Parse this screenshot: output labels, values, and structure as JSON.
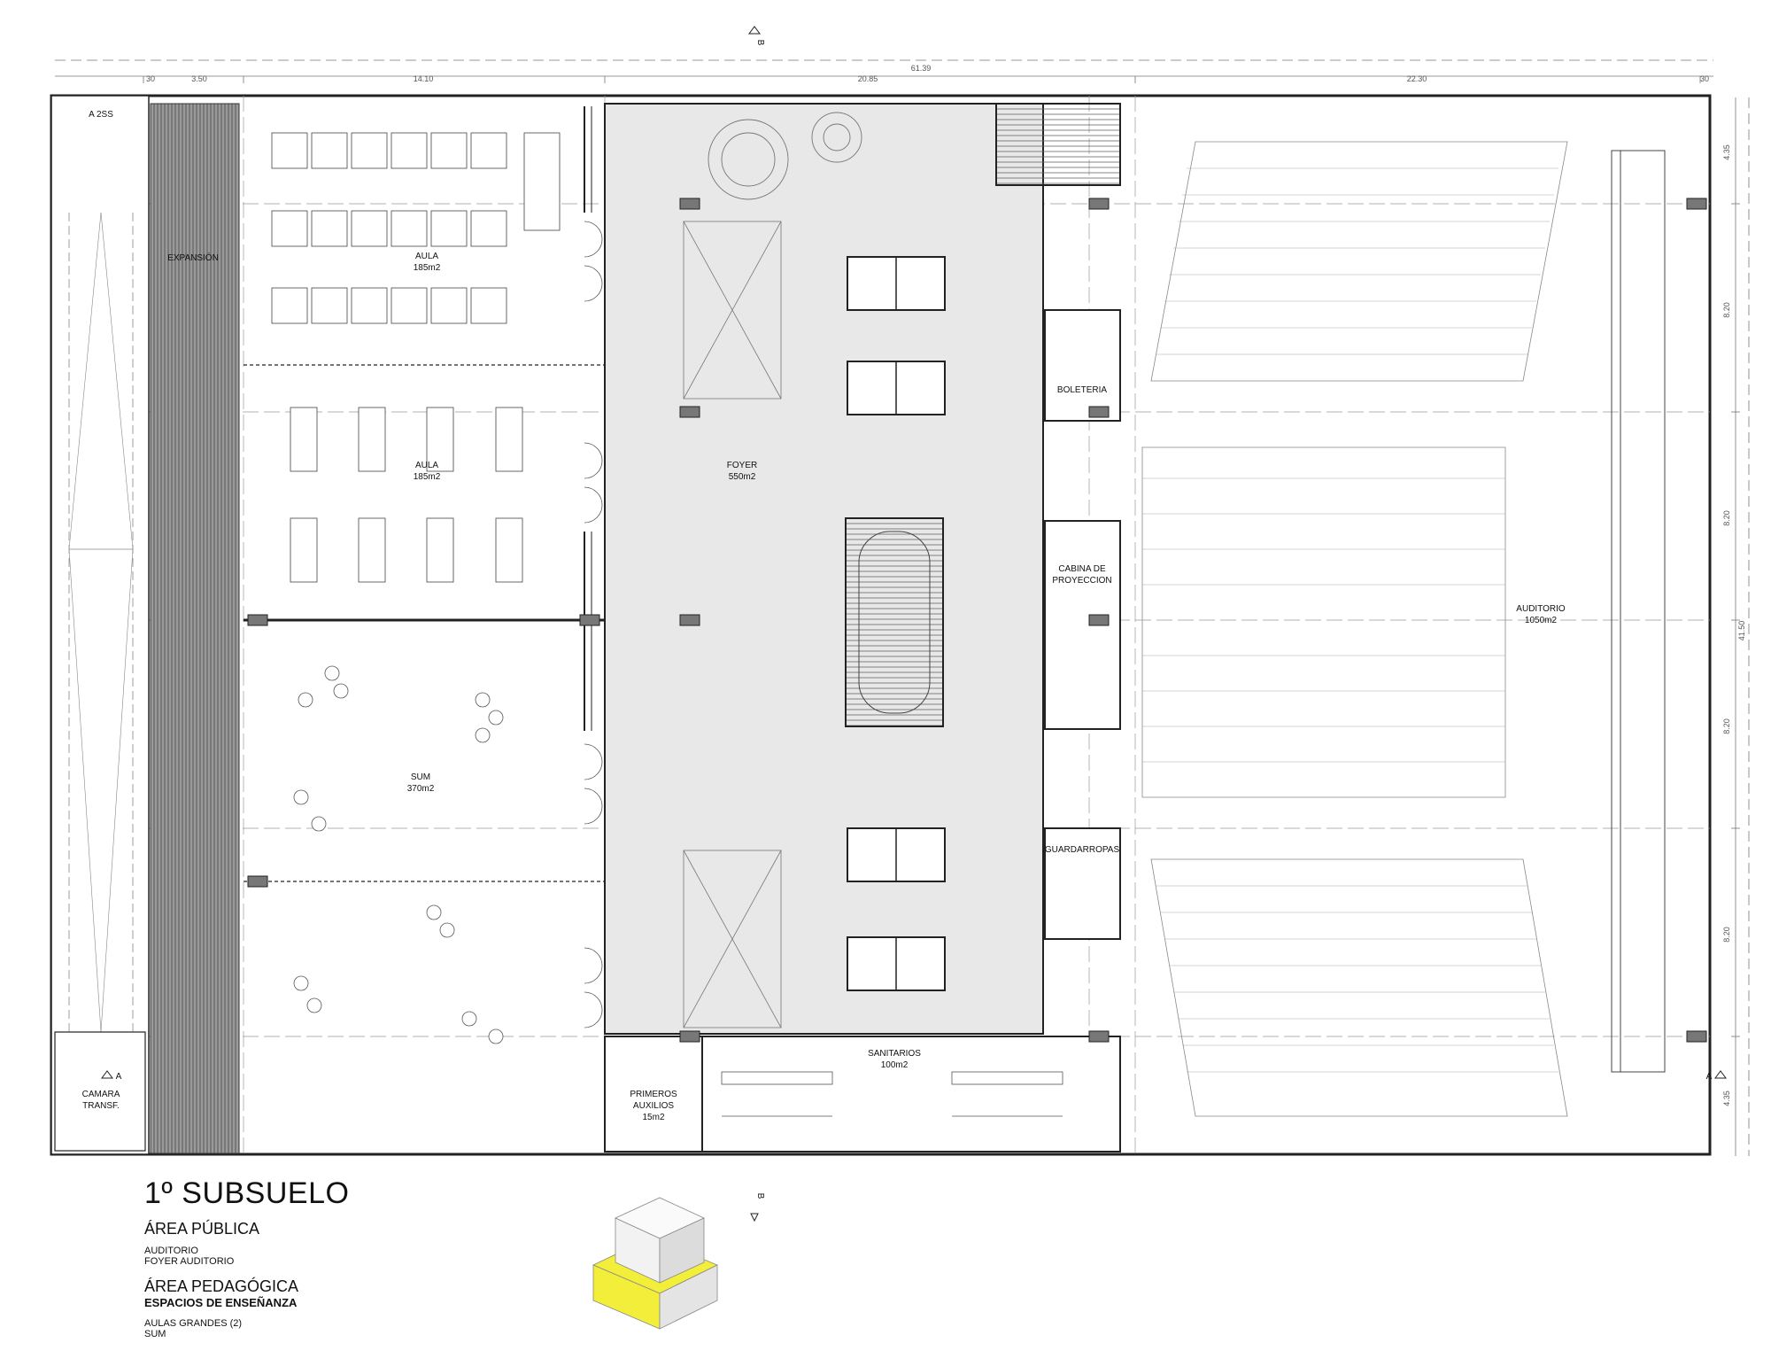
{
  "drawing": {
    "title": "1º SUBSUELO",
    "public_area": {
      "heading": "ÁREA PÚBLICA",
      "items": [
        "AUDITORIO",
        "FOYER AUDITORIO"
      ]
    },
    "pedagogic_area": {
      "heading": "ÁREA PEDAGÓGICA",
      "subheading": "ESPACIOS DE ENSEÑANZA",
      "items": [
        "AULAS GRANDES (2)",
        "SUM"
      ]
    }
  },
  "dimensions": {
    "total": "61.39",
    "segments": [
      "30",
      "3.50",
      "14.10",
      "20.85",
      "22.30",
      "30"
    ],
    "vertical_total": "41.50",
    "vertical_segments": [
      "4.35",
      "8.20",
      "8.20",
      "8.20",
      "8.20",
      "4.35"
    ]
  },
  "section_markers": [
    "B",
    "B",
    "A",
    "A"
  ],
  "rooms": [
    {
      "id": "a2ss",
      "name": "A 2SS"
    },
    {
      "id": "expansion",
      "name": "EXPANSIÓN"
    },
    {
      "id": "aula1",
      "name": "AULA",
      "area": "185m2"
    },
    {
      "id": "aula2",
      "name": "AULA",
      "area": "185m2"
    },
    {
      "id": "sum",
      "name": "SUM",
      "area": "370m2"
    },
    {
      "id": "foyer",
      "name": "FOYER",
      "area": "550m2"
    },
    {
      "id": "boleteria",
      "name": "BOLETERIA"
    },
    {
      "id": "cabina",
      "name": "CABINA DE",
      "name2": "PROYECCION"
    },
    {
      "id": "guardarropas",
      "name": "GUARDARROPAS"
    },
    {
      "id": "auditorio",
      "name": "AUDITORIO",
      "area": "1050m2"
    },
    {
      "id": "sanitarios",
      "name": "SANITARIOS",
      "area": "100m2"
    },
    {
      "id": "primeros",
      "name": "PRIMEROS",
      "name2": "AUXILIOS",
      "area": "15m2"
    },
    {
      "id": "camara",
      "name": "CAMARA",
      "name2": "TRANSF."
    }
  ],
  "colors": {
    "line": "#222222",
    "foyer_fill": "#e8e8e8",
    "wall_fill": "#555555",
    "hatch": "#888888",
    "axonometric_accent": "#f2ee3a"
  }
}
